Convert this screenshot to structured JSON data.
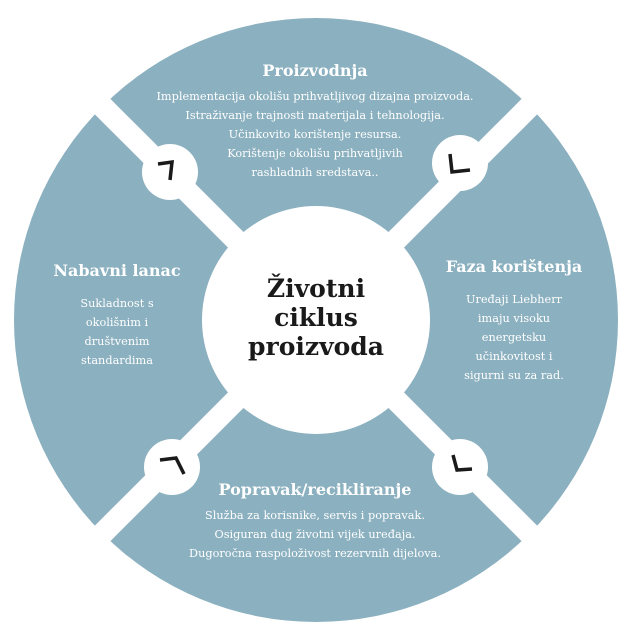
{
  "center": {
    "lines": [
      "Životni",
      "ciklus",
      "proizvoda"
    ]
  },
  "segments": {
    "top": {
      "title": "Proizvodnja",
      "lines": [
        "Implementacija okolišu prihvatljivog dizajna proizvoda.",
        "Istraživanje trajnosti materijala i tehnologija.",
        "Učinkovito korištenje resursa.",
        "Korištenje okolišu prihvatljivih",
        "rashladnih sredstava.."
      ]
    },
    "right": {
      "title": "Faza korištenja",
      "lines": [
        "Uređaji Liebherr",
        "imaju visoku",
        "energetsku",
        "učinkovitost i",
        "sigurni su za rad."
      ]
    },
    "bottom": {
      "title": "Popravak/recikliranje",
      "lines": [
        "Služba za korisnike, servis i popravak.",
        "Osiguran dug životni vijek uređaja.",
        "Dugoročna raspoloživost rezervnih dijelova."
      ]
    },
    "left": {
      "title": "Nabavni lanac",
      "lines": [
        "Sukladnost s",
        "okolišnim i",
        "društvenim",
        "standardima"
      ]
    }
  },
  "colors": {
    "ring": "#8bb0bf",
    "background": "#ffffff",
    "arrow": "#1a1a1a"
  },
  "icons": [
    "chevron-arrow-icon",
    "chevron-arrow-icon",
    "chevron-arrow-icon",
    "chevron-arrow-icon"
  ]
}
